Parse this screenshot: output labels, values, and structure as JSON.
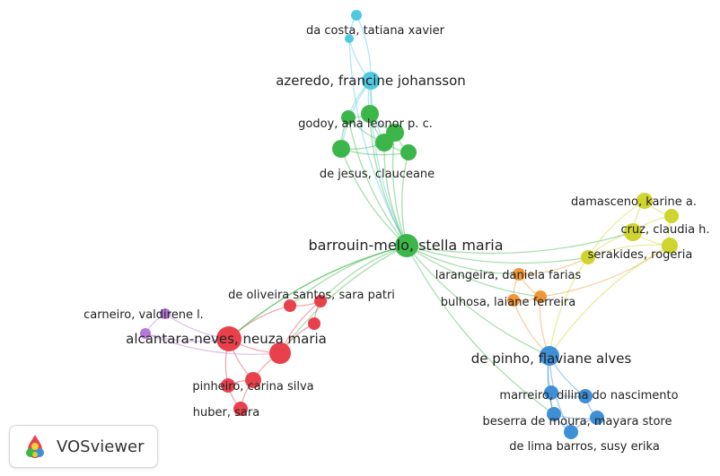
{
  "colors": {
    "cyan": "#4fc9e0",
    "green": "#3cb64a",
    "yellow": "#cfd42e",
    "orange": "#f29737",
    "red": "#e8414c",
    "purple": "#b57ad8",
    "blue": "#3f8fd6"
  },
  "nodes": [
    {
      "id": "c1",
      "cluster": "cyan",
      "label": ""
    },
    {
      "id": "c2",
      "cluster": "cyan",
      "label": "da costa, tatiana xavier"
    },
    {
      "id": "c3",
      "cluster": "cyan",
      "label": "azeredo, francine johansson"
    },
    {
      "id": "g1",
      "cluster": "green",
      "label": "godoy, ana leonor p. c."
    },
    {
      "id": "g2",
      "cluster": "green",
      "label": ""
    },
    {
      "id": "g3",
      "cluster": "green",
      "label": ""
    },
    {
      "id": "g4",
      "cluster": "green",
      "label": ""
    },
    {
      "id": "g5",
      "cluster": "green",
      "label": ""
    },
    {
      "id": "g6",
      "cluster": "green",
      "label": "de jesus, clauceane"
    },
    {
      "id": "g7",
      "cluster": "green",
      "label": "barrouin-melo, stella maria"
    },
    {
      "id": "y1",
      "cluster": "yellow",
      "label": "damasceno, karine a."
    },
    {
      "id": "y2",
      "cluster": "yellow",
      "label": ""
    },
    {
      "id": "y3",
      "cluster": "yellow",
      "label": "cruz, claudia h."
    },
    {
      "id": "y4",
      "cluster": "yellow",
      "label": "serakides, rogeria"
    },
    {
      "id": "y5",
      "cluster": "yellow",
      "label": ""
    },
    {
      "id": "o1",
      "cluster": "orange",
      "label": "larangeira, daniela farias"
    },
    {
      "id": "o2",
      "cluster": "orange",
      "label": "bulhosa, laiane ferreira"
    },
    {
      "id": "o3",
      "cluster": "orange",
      "label": ""
    },
    {
      "id": "r1",
      "cluster": "red",
      "label": "de oliveira santos, sara patri"
    },
    {
      "id": "r2",
      "cluster": "red",
      "label": ""
    },
    {
      "id": "r3",
      "cluster": "red",
      "label": ""
    },
    {
      "id": "r4",
      "cluster": "red",
      "label": "alcantara-neves, neuza maria"
    },
    {
      "id": "r5",
      "cluster": "red",
      "label": ""
    },
    {
      "id": "r6",
      "cluster": "red",
      "label": "pinheiro, carina silva"
    },
    {
      "id": "r7",
      "cluster": "red",
      "label": ""
    },
    {
      "id": "r8",
      "cluster": "red",
      "label": "huber, sara"
    },
    {
      "id": "p1",
      "cluster": "purple",
      "label": "carneiro, valdirene l."
    },
    {
      "id": "p2",
      "cluster": "purple",
      "label": ""
    },
    {
      "id": "b1",
      "cluster": "blue",
      "label": "de pinho, flaviane alves"
    },
    {
      "id": "b2",
      "cluster": "blue",
      "label": "marreiro, dilina do nascimento"
    },
    {
      "id": "b3",
      "cluster": "blue",
      "label": ""
    },
    {
      "id": "b4",
      "cluster": "blue",
      "label": "beserra de moura, mayara store"
    },
    {
      "id": "b5",
      "cluster": "blue",
      "label": ""
    },
    {
      "id": "b6",
      "cluster": "blue",
      "label": "de lima barros, susy erika"
    }
  ],
  "badge": {
    "text": "VOSviewer",
    "icon": "vosviewer-logo-icon"
  }
}
